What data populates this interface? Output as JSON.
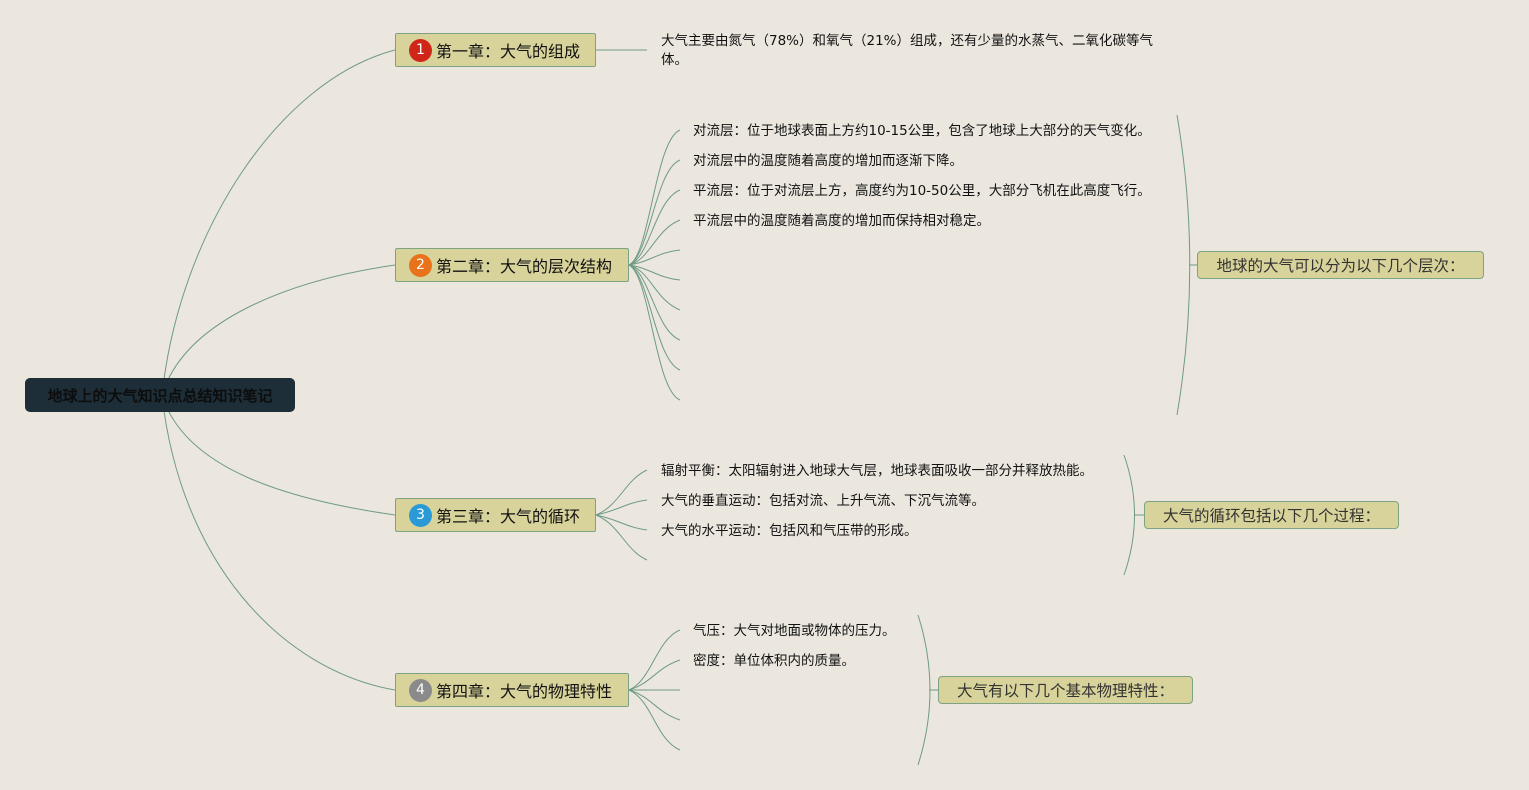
{
  "root": {
    "title": "地球上的大气知识点总结知识笔记"
  },
  "colors": {
    "background": "#ebe7de",
    "root_fill": "#1d2e38",
    "node_fill": "#d8d39a",
    "node_border": "#7da384",
    "line": "#6f9a84"
  },
  "chapters": [
    {
      "number": "1",
      "badge_color": "#d0261a",
      "title": "第一章：大气的组成",
      "items": [
        "大气主要由氮气（78%）和氧气（21%）组成，还有少量的水蒸气、二氧化碳等气体。"
      ]
    },
    {
      "number": "2",
      "badge_color": "#e8731c",
      "title": "第二章：大气的层次结构",
      "items": [
        "对流层：位于地球表面上方约10-15公里，包含了地球上大部分的天气变化。",
        "对流层中的温度随着高度的增加而逐渐下降。",
        "平流层：位于对流层上方，高度约为10-50公里，大部分飞机在此高度飞行。",
        "平流层中的温度随着高度的增加而保持相对稳定。"
      ],
      "summary": "地球的大气可以分为以下几个层次："
    },
    {
      "number": "3",
      "badge_color": "#2a9ad6",
      "title": "第三章：大气的循环",
      "items": [
        "辐射平衡：太阳辐射进入地球大气层，地球表面吸收一部分并释放热能。",
        "大气的垂直运动：包括对流、上升气流、下沉气流等。",
        "大气的水平运动：包括风和气压带的形成。"
      ],
      "summary": "大气的循环包括以下几个过程："
    },
    {
      "number": "4",
      "badge_color": "#8a8a8a",
      "title": "第四章：大气的物理特性",
      "items": [
        "气压：大气对地面或物体的压力。",
        "密度：单位体积内的质量。"
      ],
      "summary": "大气有以下几个基本物理特性："
    }
  ]
}
